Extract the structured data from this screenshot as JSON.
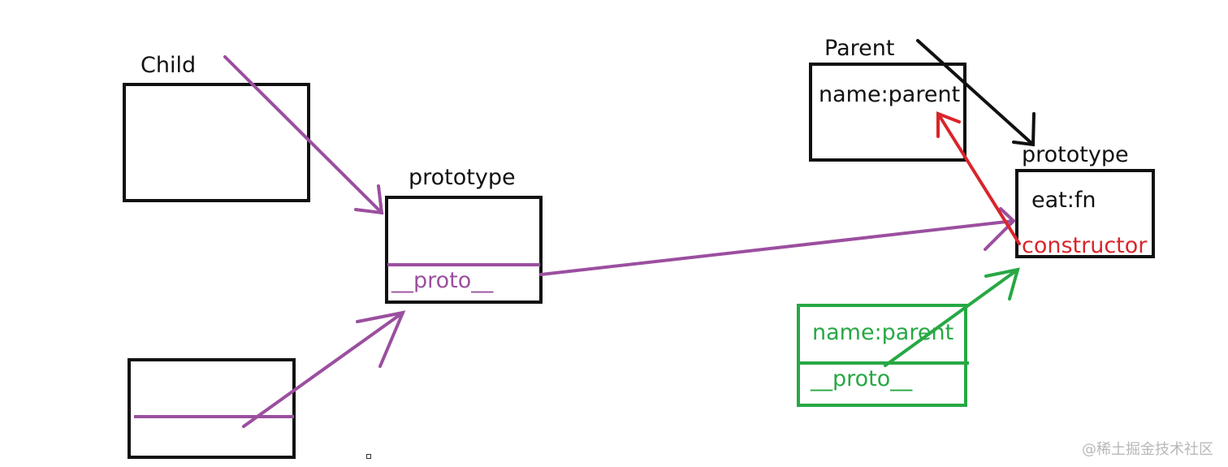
{
  "labels": {
    "child": "Child",
    "child_prototype": "prototype",
    "child_proto": "__proto__",
    "parent": "Parent",
    "parent_name": "name:parent",
    "parent_prototype": "prototype",
    "eat": "eat:fn",
    "constructor": "constructor",
    "instance_name": "name:parent",
    "instance_proto": "__proto__"
  },
  "watermark": "@稀土掘金技术社区",
  "colors": {
    "black": "#111111",
    "purple": "#9b4f9f",
    "red": "#d9252b",
    "green": "#27a844",
    "watermark": "#b8b8b8"
  },
  "arrows": [
    {
      "from": "Child",
      "to": "Child.prototype",
      "color": "purple"
    },
    {
      "from": "child-instance",
      "to": "Child.prototype",
      "color": "purple"
    },
    {
      "from": "Child.prototype.__proto__",
      "to": "Parent.prototype",
      "color": "purple"
    },
    {
      "from": "Parent",
      "to": "Parent.prototype",
      "color": "black"
    },
    {
      "from": "Parent.prototype.constructor",
      "to": "Parent",
      "color": "red"
    },
    {
      "from": "parent-instance.__proto__",
      "to": "Parent.prototype",
      "color": "green"
    }
  ]
}
